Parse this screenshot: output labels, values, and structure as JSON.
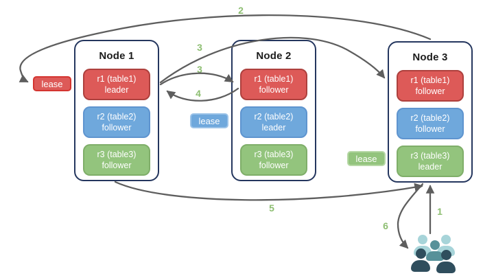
{
  "nodes": [
    {
      "title": "Node 1",
      "replicas": [
        {
          "line1": "r1 (table1)",
          "line2": "leader",
          "color": "red"
        },
        {
          "line1": "r2 (table2)",
          "line2": "follower",
          "color": "blue"
        },
        {
          "line1": "r3 (table3)",
          "line2": "follower",
          "color": "green"
        }
      ]
    },
    {
      "title": "Node 2",
      "replicas": [
        {
          "line1": "r1 (table1)",
          "line2": "follower",
          "color": "red"
        },
        {
          "line1": "r2 (table2)",
          "line2": "leader",
          "color": "blue"
        },
        {
          "line1": "r3 (table3)",
          "line2": "follower",
          "color": "green"
        }
      ]
    },
    {
      "title": "Node 3",
      "replicas": [
        {
          "line1": "r1 (table1)",
          "line2": "follower",
          "color": "red"
        },
        {
          "line1": "r2 (table2)",
          "line2": "follower",
          "color": "blue"
        },
        {
          "line1": "r3 (table3)",
          "line2": "leader",
          "color": "green"
        }
      ]
    }
  ],
  "leases": [
    {
      "label": "lease",
      "color": "red"
    },
    {
      "label": "lease",
      "color": "blue"
    },
    {
      "label": "lease",
      "color": "green"
    }
  ],
  "steps": [
    {
      "label": "2"
    },
    {
      "label": "3"
    },
    {
      "label": "3"
    },
    {
      "label": "4"
    },
    {
      "label": "5"
    },
    {
      "label": "6"
    },
    {
      "label": "1"
    }
  ],
  "edges": [
    {
      "step": "2",
      "from": "node-3-top",
      "to": "lease-badge-red"
    },
    {
      "step": "3",
      "from": "node-1-r1-leader",
      "to": "node-3-r1-follower"
    },
    {
      "step": "3",
      "from": "node-1-r1-leader",
      "to": "node-2-r1-follower"
    },
    {
      "step": "4",
      "from": "node-2-r1-follower",
      "to": "node-1-r1-leader"
    },
    {
      "step": "5",
      "from": "node-1-bottom",
      "to": "node-3-r3-leader"
    },
    {
      "step": "6",
      "from": "node-3-r3-leader",
      "to": "users-group"
    },
    {
      "step": "1",
      "from": "users-group",
      "to": "node-3-r3-leader"
    }
  ],
  "icons": {
    "users_group": "users-icon"
  },
  "colors": {
    "red_fill": "#dd5a58",
    "red_border": "#ad403d",
    "red_lease_border": "#d43530",
    "blue_fill": "#6fa8dc",
    "blue_border": "#5e94cf",
    "blue_lease_border": "#9cc3e8",
    "green_fill": "#93c47d",
    "green_border": "#7fae69",
    "green_lease_border": "#b7d8a6",
    "node_border": "#24365e",
    "arrow": "#5e5e5e",
    "step_number": "#8dbe71",
    "users_light": "#a7d4d9",
    "users_mid": "#579199",
    "users_dark": "#2f4e5d"
  }
}
